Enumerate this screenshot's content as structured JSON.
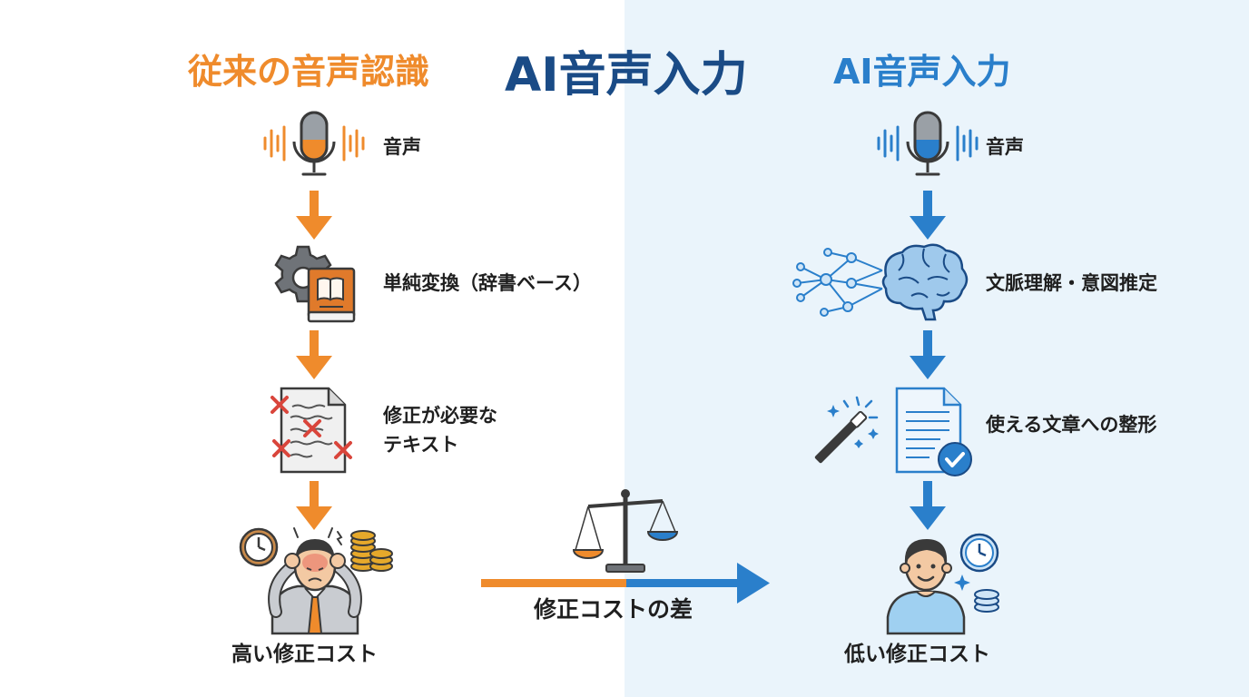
{
  "titles": {
    "left": "従来の音声認識",
    "center": "AI音声入力",
    "right": "AI音声入力"
  },
  "left_column": {
    "step1": "音声",
    "step2": "単純変換（辞書ベース）",
    "step3_line1": "修正が必要な",
    "step3_line2": "テキスト",
    "result": "高い修正コスト"
  },
  "right_column": {
    "step1": "音声",
    "step2": "文脈理解・意図推定",
    "step3": "使える文章への整形",
    "result": "低い修正コスト"
  },
  "center": {
    "caption": "修正コストの差"
  },
  "colors": {
    "orange": "#ef8b2c",
    "blue": "#2a7fcb",
    "navy": "#1a4b86",
    "right_bg": "#eaf4fb"
  },
  "icons": [
    "microphone-icon",
    "gear-icon",
    "book-icon",
    "error-document-icon",
    "stressed-person-icon",
    "clock-icon",
    "coins-icon",
    "brain-network-icon",
    "magic-wand-icon",
    "checked-document-icon",
    "happy-person-icon",
    "balance-scale-icon"
  ]
}
